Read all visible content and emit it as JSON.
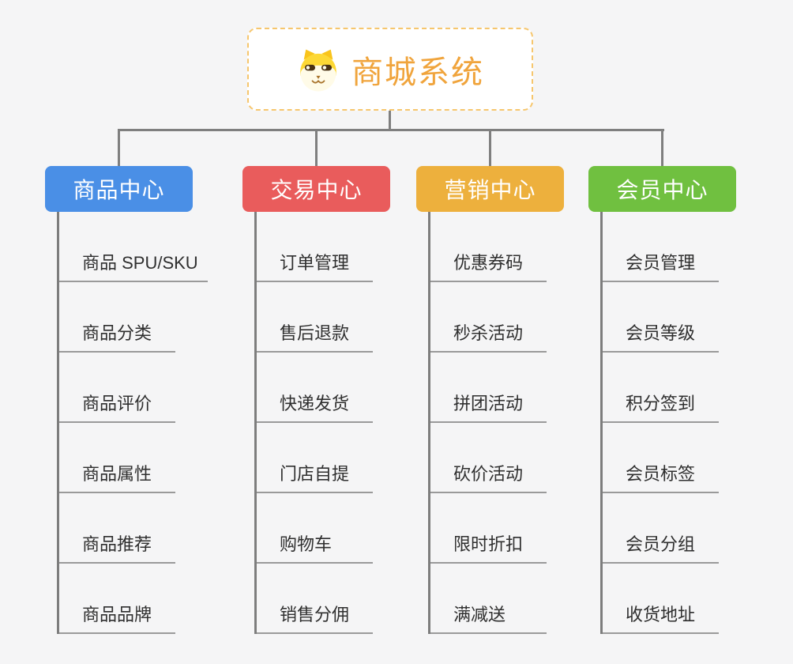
{
  "app": {
    "type": "mindmap-diagram",
    "background_color": "#f5f5f6",
    "connector_color": "#7f7f7f",
    "leaf_line_color": "#9a9a9a",
    "leaf_text_color": "#2f2f2f"
  },
  "root": {
    "title": "商城系统",
    "icon": "shiba-dog-icon",
    "title_color": "#f0a43c",
    "border_color": "#f6c66d"
  },
  "branches": [
    {
      "label": "商品中心",
      "color": "#4a8fe6",
      "children": [
        "商品 SPU/SKU",
        "商品分类",
        "商品评价",
        "商品属性",
        "商品推荐",
        "商品品牌"
      ]
    },
    {
      "label": "交易中心",
      "color": "#e95c5c",
      "children": [
        "订单管理",
        "售后退款",
        "快递发货",
        "门店自提",
        "购物车",
        "销售分佣"
      ]
    },
    {
      "label": "营销中心",
      "color": "#edb03d",
      "children": [
        "优惠券码",
        "秒杀活动",
        "拼团活动",
        "砍价活动",
        "限时折扣",
        "满减送"
      ]
    },
    {
      "label": "会员中心",
      "color": "#70c040",
      "children": [
        "会员管理",
        "会员等级",
        "积分签到",
        "会员标签",
        "会员分组",
        "收货地址"
      ]
    }
  ]
}
